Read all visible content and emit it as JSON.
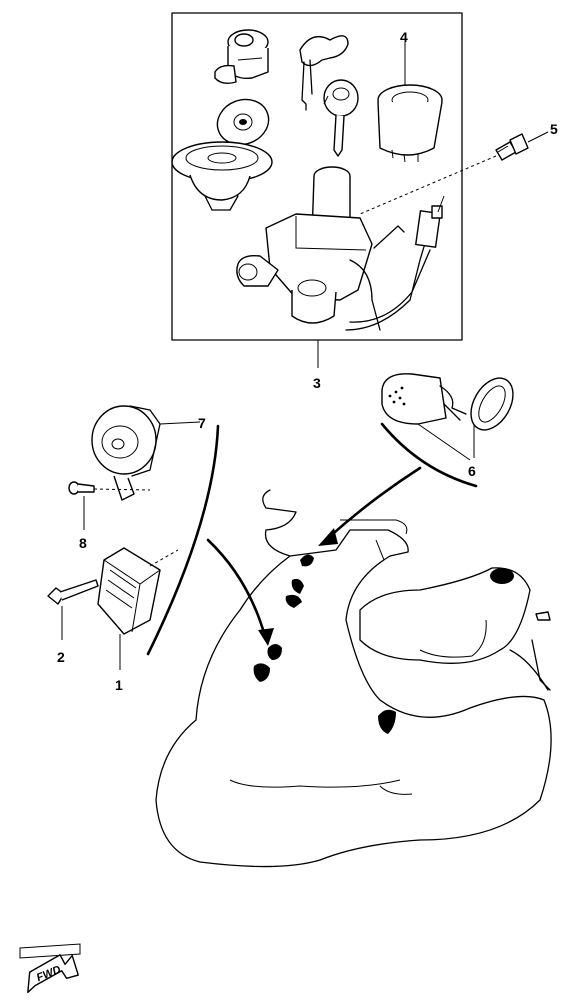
{
  "callouts": {
    "c1": "1",
    "c2": "2",
    "c3": "3",
    "c4": "4",
    "c5": "5",
    "c6": "6",
    "c7": "7",
    "c8": "8"
  },
  "fwd_marker": {
    "label": "FWD",
    "icon": "fwd-arrow-icon"
  }
}
